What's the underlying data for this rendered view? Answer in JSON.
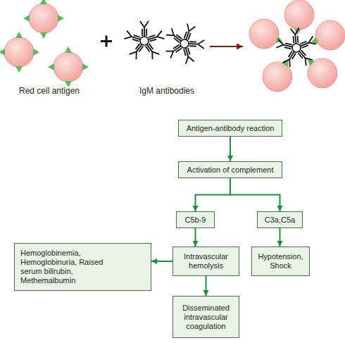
{
  "diagram": {
    "nodes": [
      {
        "text": [
          "Antigen-antibody reaction"
        ]
      },
      {
        "text": [
          "Activation of complement"
        ]
      },
      {
        "text": [
          "C5b-9"
        ]
      },
      {
        "text": [
          "C3a,C5a"
        ]
      },
      {
        "text": [
          "Hemoglobinemia, Hemoglobinuria, Raised serum bilirubin, Methemalbumin"
        ]
      },
      {
        "text": [
          "Intravascular hemolysis"
        ]
      },
      {
        "text": [
          "Hypotension, Shock"
        ]
      },
      {
        "text": [
          "Disseminated intravascular coagulation"
        ]
      }
    ],
    "edges": [
      {
        "from": 0,
        "to": 1,
        "arrow": "to"
      },
      {
        "from": 1,
        "to": 2,
        "arrow": "to"
      },
      {
        "from": 1,
        "to": 3,
        "arrow": "to"
      },
      {
        "from": 2,
        "to": 5,
        "arrow": "to"
      },
      {
        "from": 3,
        "to": 6,
        "arrow": "to"
      },
      {
        "from": 5,
        "to": 4,
        "arrow": "to"
      },
      {
        "from": 5,
        "to": 7,
        "arrow": "to"
      }
    ],
    "labels": [
      "Red cell antigen",
      "IgM antibodies"
    ]
  }
}
